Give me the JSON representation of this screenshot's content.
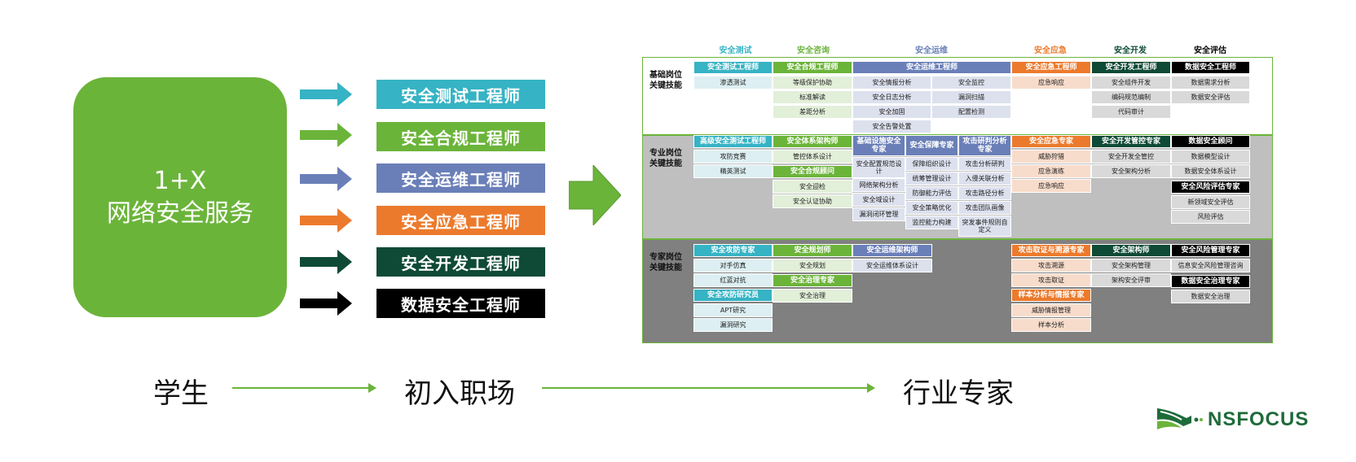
{
  "main_box": {
    "line1": "1+X",
    "line2": "网络安全服务"
  },
  "roles": [
    {
      "label": "安全测试工程师",
      "color": "#36B3C4"
    },
    {
      "label": "安全合规工程师",
      "color": "#6BB43A"
    },
    {
      "label": "安全运维工程师",
      "color": "#6A7FB8"
    },
    {
      "label": "安全应急工程师",
      "color": "#EC7A2C"
    },
    {
      "label": "安全开发工程师",
      "color": "#0E4A35"
    },
    {
      "label": "数据安全工程师",
      "color": "#000000"
    }
  ],
  "stages": {
    "s1": "学生",
    "s2": "初入职场",
    "s3": "行业专家"
  },
  "matrix": {
    "columns": [
      {
        "label": "安全测试",
        "color": "#36B3C4"
      },
      {
        "label": "安全咨询",
        "color": "#6BB43A"
      },
      {
        "label": "安全运维",
        "color": "#6A7FB8"
      },
      {
        "label": "安全应急",
        "color": "#EC7A2C"
      },
      {
        "label": "安全开发",
        "color": "#0E4A35"
      },
      {
        "label": "安全评估",
        "color": "#000000"
      }
    ],
    "rows": [
      {
        "l1": "基础岗位",
        "l2": "关键技能",
        "bg": "#FFFFFF"
      },
      {
        "l1": "专业岗位",
        "l2": "关键技能",
        "bg": "#BFBFBF"
      },
      {
        "l1": "专家岗位",
        "l2": "关键技能",
        "bg": "#808080"
      }
    ],
    "headers": [
      "安全测试工程师",
      "安全合规工程师",
      "安全运维工程师",
      "安全应急工程师",
      "安全开发工程师",
      "数据安全工程师",
      "高级安全测试工程师",
      "安全体系架构师",
      "安全合规顾问",
      "基础设施安全专家",
      "安全保障专家",
      "攻击研判分析专家",
      "安全应急专家",
      "安全开发管控专家",
      "数据安全顾问",
      "安全风险评估专家",
      "安全攻防专家",
      "安全攻防研究员",
      "安全规划师",
      "安全治理专家",
      "安全运维架构师",
      "攻击取证与溯源专家",
      "样本分析与情报专家",
      "安全架构师",
      "安全风险管理专家",
      "数据安全治理专家"
    ],
    "skills": [
      "渗透测试",
      "等级保护协助",
      "标准解读",
      "差距分析",
      "安全情报分析",
      "安全日志分析",
      "安全加固",
      "安全告警处置",
      "安全监控",
      "漏洞扫描",
      "配置检测",
      "应急响应",
      "安全组件开发",
      "编码规范编制",
      "代码审计",
      "数据需求分析",
      "数据安全评估",
      "攻防竞赛",
      "精英测试",
      "管控体系设计",
      "安全迎检",
      "安全认证协助",
      "安全配置规范设计",
      "网络架构分析",
      "安全域设计",
      "漏洞闭环管理",
      "保障组织设计",
      "统筹管理设计",
      "防御能力评估",
      "安全策略优化",
      "监控能力构建",
      "攻击分析研判",
      "入侵关联分析",
      "攻击路径分析",
      "攻击团队画像",
      "突发事件规则自定义",
      "威胁狩猎",
      "应急演练",
      "应急响应",
      "安全开发全管控",
      "安全架构分析",
      "数据模型设计",
      "数据安全体系设计",
      "新领域安全评估",
      "风险评估",
      "对手仿真",
      "红蓝对抗",
      "APT研究",
      "漏洞研究",
      "安全规划",
      "安全治理",
      "安全运维体系设计",
      "攻击溯源",
      "攻击取证",
      "威胁情报管理",
      "样本分析",
      "安全架构管理",
      "架构安全评审",
      "信息安全风险管理咨询",
      "数据安全治理"
    ]
  },
  "logo": {
    "text": "NSFOCUS"
  }
}
